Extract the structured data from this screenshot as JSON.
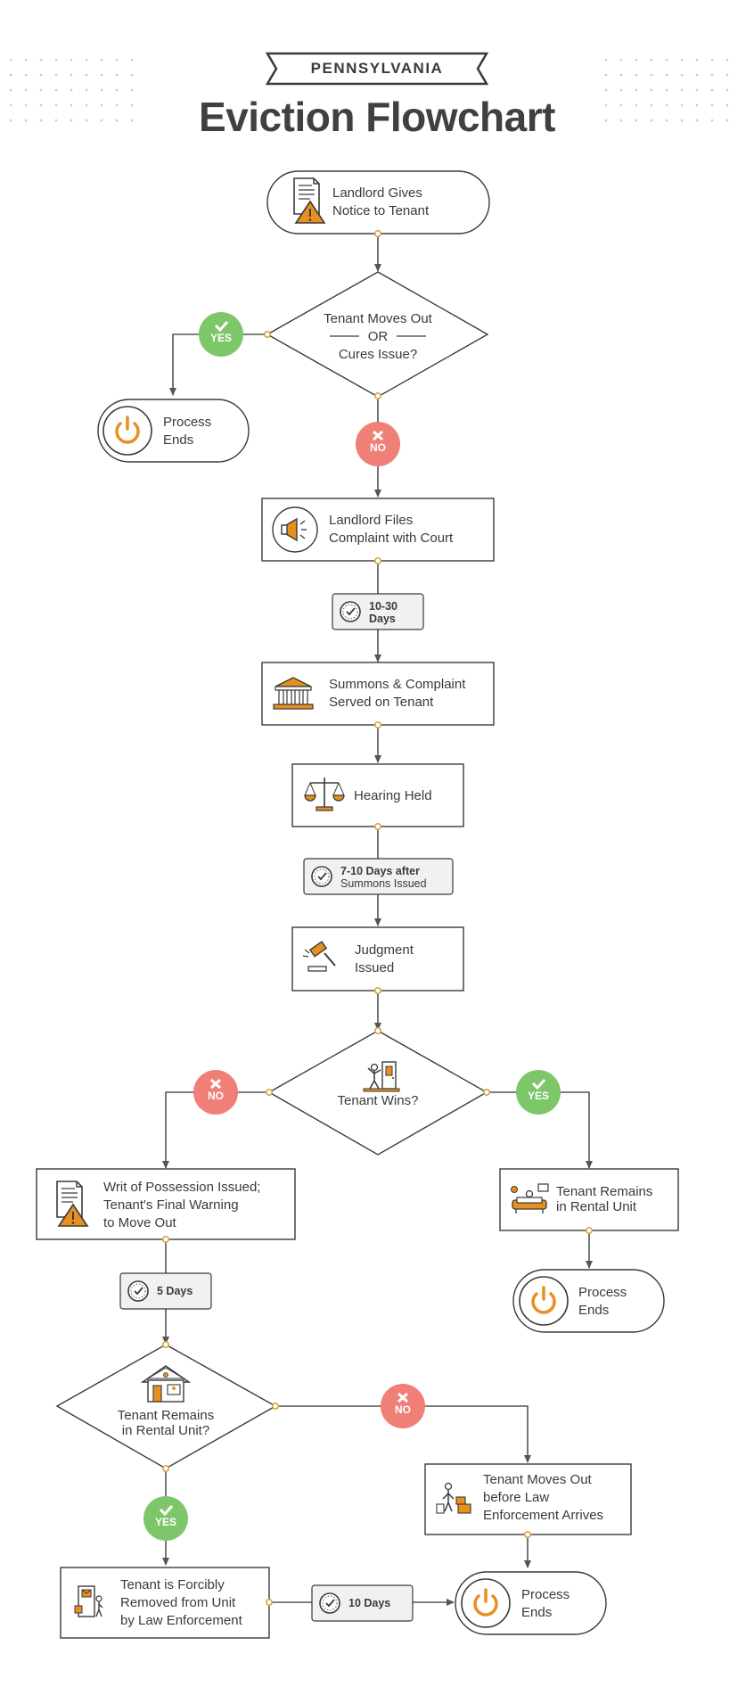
{
  "header": {
    "state": "PENNSYLVANIA",
    "title": "Eviction Flowchart"
  },
  "nodes": {
    "notice": [
      "Landlord Gives",
      "Notice to Tenant"
    ],
    "moves_out": {
      "line1": "Tenant Moves Out",
      "line2": "OR",
      "line3": "Cures Issue?"
    },
    "end1": [
      "Process",
      "Ends"
    ],
    "files": [
      "Landlord Files",
      "Complaint with Court"
    ],
    "wait1": [
      "10-30",
      "Days"
    ],
    "summons": [
      "Summons & Complaint",
      "Served on Tenant"
    ],
    "hearing": [
      "Hearing Held"
    ],
    "wait2": [
      "7-10 Days after",
      "Summons Issued"
    ],
    "judgment": [
      "Judgment",
      "Issued"
    ],
    "tenant_wins": [
      "Tenant Wins?"
    ],
    "writ": [
      "Writ of Possession Issued;",
      "Tenant's Final Warning",
      "to Move Out"
    ],
    "remains": [
      "Tenant Remains",
      "in Rental Unit"
    ],
    "end2": [
      "Process",
      "Ends"
    ],
    "wait3": [
      "5 Days"
    ],
    "remains_q": [
      "Tenant Remains",
      "in Rental Unit?"
    ],
    "moves_before": [
      "Tenant Moves Out",
      "before Law",
      "Enforcement Arrives"
    ],
    "forcibly": [
      "Tenant is Forcibly",
      "Removed from Unit",
      "by Law Enforcement"
    ],
    "wait4": [
      "10 Days"
    ],
    "end3": [
      "Process",
      "Ends"
    ]
  },
  "badges": {
    "yes": "YES",
    "no": "NO"
  },
  "colors": {
    "yes": "#7dc76a",
    "no": "#f07f78",
    "accent": "#e8901f",
    "text": "#3a3a3a",
    "line": "#555555",
    "dot": "#d9a441",
    "wait_fill": "#f1f1f1"
  },
  "icons": {
    "notice": "document-warning-icon",
    "end": "power-icon",
    "files": "megaphone-icon",
    "wait": "clock-check-icon",
    "summons": "courthouse-icon",
    "hearing": "scales-icon",
    "judgment": "gavel-icon",
    "tenant_wins": "person-door-icon",
    "writ": "document-warning-icon",
    "remains": "person-sofa-icon",
    "remains_q": "house-icon",
    "moves_before": "person-boxes-icon",
    "forcibly": "person-door-envelope-icon"
  }
}
